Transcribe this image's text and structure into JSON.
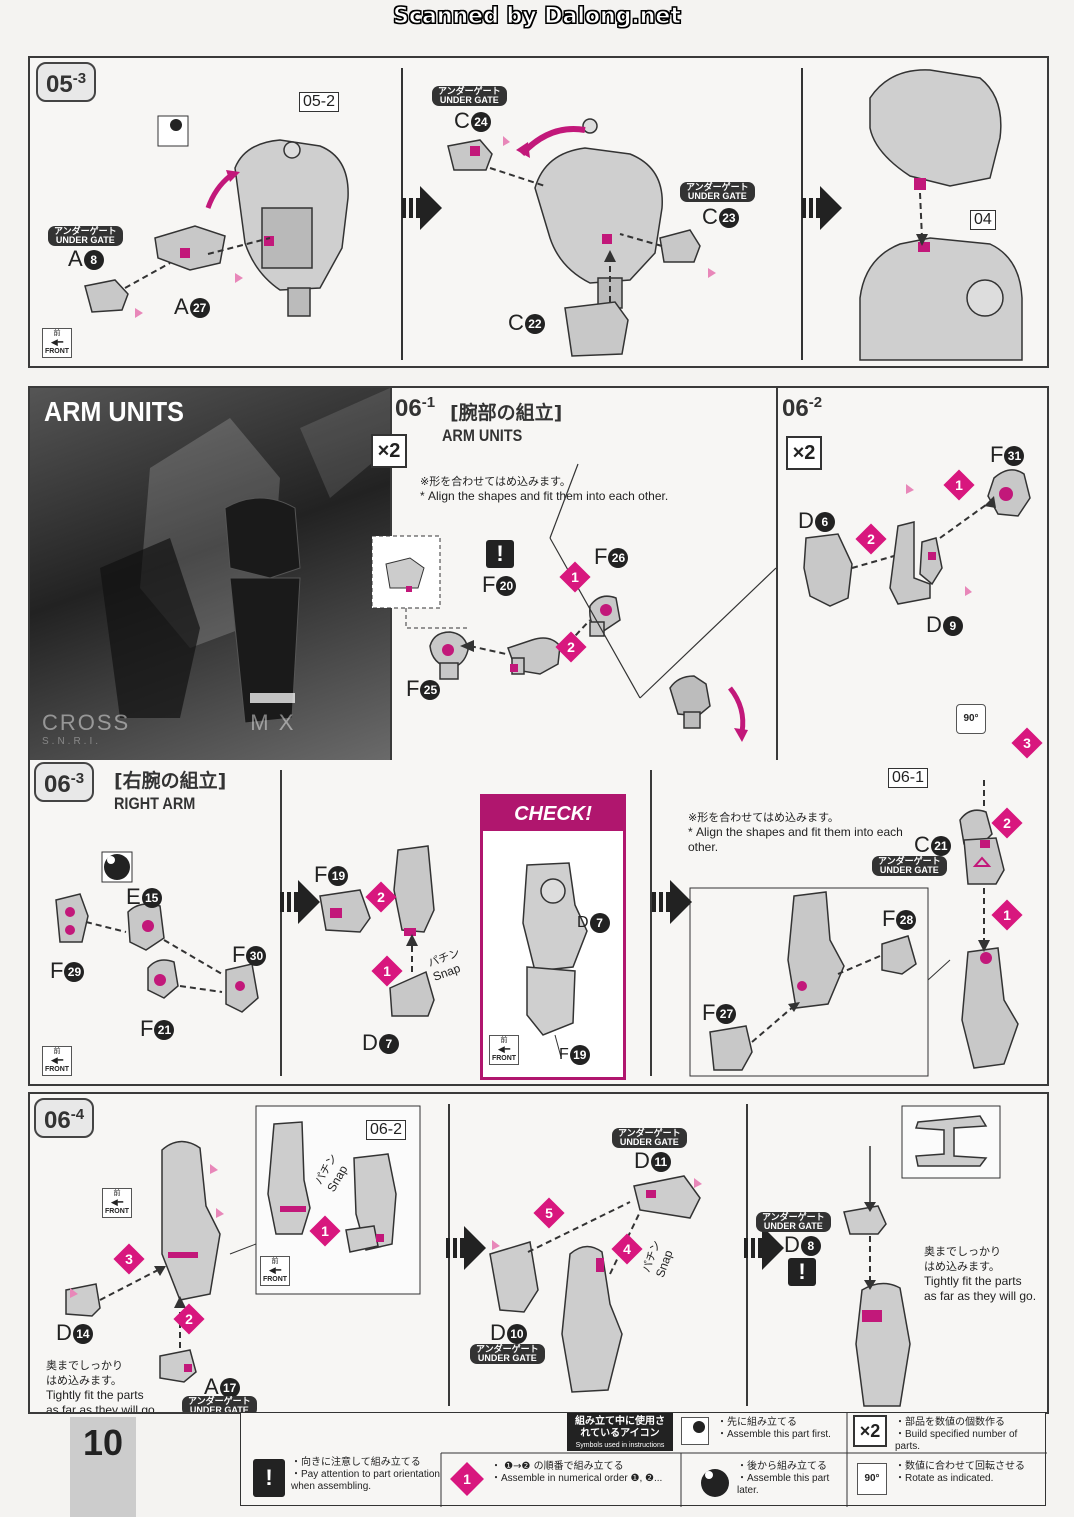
{
  "watermark": "Scanned by Dalong.net",
  "page_number": "10",
  "gate": {
    "jp": "アンダーゲート",
    "en": "UNDER GATE"
  },
  "front": {
    "jp": "前",
    "en": "FRONT"
  },
  "snap": {
    "jp": "パチン",
    "en": "Snap"
  },
  "x2": "×2",
  "steps": {
    "s05_3": {
      "label": "05",
      "sub": "-3",
      "ref": "05-2",
      "ref_04": "04",
      "parts": {
        "A8": "A",
        "A8n": "8",
        "A27": "A",
        "A27n": "27",
        "C24": "C",
        "C24n": "24",
        "C23": "C",
        "C23n": "23",
        "C22": "C",
        "C22n": "22"
      }
    },
    "arm_units_banner": {
      "title": "ARM UNITS",
      "sub": "CROSS",
      "sub_right": "M X",
      "tiny": "S.N.R.I."
    },
    "s06_1": {
      "label": "06",
      "sub": "-1",
      "title_jp": "[腕部の組立]",
      "title_en": "ARM UNITS",
      "note_jp": "※形を合わせてはめ込みます。",
      "note_en": "* Align the shapes and fit them into each other.",
      "parts": {
        "F20": "F",
        "F20n": "20",
        "F26": "F",
        "F26n": "26",
        "F25": "F",
        "F25n": "25"
      }
    },
    "s06_2": {
      "label": "06",
      "sub": "-2",
      "parts": {
        "F31": "F",
        "F31n": "31",
        "D6": "D",
        "D6n": "6",
        "D9": "D",
        "D9n": "9"
      },
      "ref": "06-1",
      "rotate": "90°",
      "parts2": {
        "C21": "C",
        "C21n": "21"
      },
      "note_jp": "※形を合わせてはめ込みます。",
      "note_en": "* Align the shapes and fit them into each other."
    },
    "s06_3": {
      "label": "06",
      "sub": "-3",
      "title_jp": "[右腕の組立]",
      "title_en": "RIGHT ARM",
      "check": "CHECK!",
      "parts": {
        "E15": "E",
        "E15n": "15",
        "F29": "F",
        "F29n": "29",
        "F30": "F",
        "F30n": "30",
        "F21": "F",
        "F21n": "21",
        "F19": "F",
        "F19n": "19",
        "D7": "D",
        "D7n": "7",
        "F28": "F",
        "F28n": "28",
        "F27": "F",
        "F27n": "27"
      }
    },
    "s06_4": {
      "label": "06",
      "sub": "-4",
      "ref": "06-2",
      "note_jp": "奥までしっかり\nはめ込みます。",
      "note_en": "Tightly fit the parts\nas far as they will go.",
      "parts": {
        "D14": "D",
        "D14n": "14",
        "A17": "A",
        "A17n": "17",
        "D11": "D",
        "D11n": "11",
        "D10": "D",
        "D10n": "10",
        "D8": "D",
        "D8n": "8"
      }
    }
  },
  "legend": {
    "head_jp": "組み立て中に使用されているアイコン",
    "head_en": "Symbols used in instructions",
    "first_jp": "・先に組み立てる",
    "first_en": "・Assemble this part first.",
    "multi_jp": "・部品を数値の個数作る",
    "multi_en": "・Build specified number of parts.",
    "orient_jp": "・向きに注意して組み立てる",
    "orient_en": "・Pay attention to part orientation\n when assembling.",
    "order_jp": "・ ❶→❷ の順番で組み立てる",
    "order_en": "・Assemble in numerical order ❶, ❷...",
    "later_jp": "・後から組み立てる",
    "later_en": "・Assemble this part later.",
    "rotate_jp": "・数値に合わせて回転させる",
    "rotate_en": "・Rotate as indicated.",
    "rotate_icon": "90°"
  }
}
